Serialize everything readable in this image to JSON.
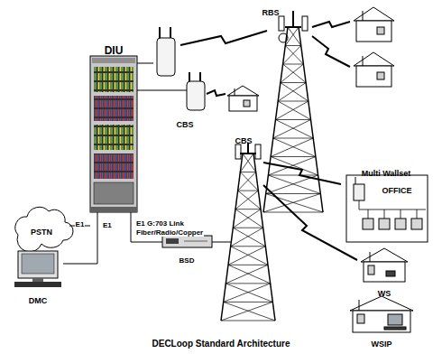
{
  "diagram": {
    "caption": "DECLoop Standard Architecture",
    "nodes": [
      {
        "text": [
          "RBS"
        ]
      },
      {
        "text": [
          "DIU"
        ]
      },
      {
        "text": [
          "CBS"
        ]
      },
      {
        "text": [
          "CBS"
        ]
      },
      {
        "text": [
          "Multi Wallset",
          "OFFICE"
        ]
      },
      {
        "text": [
          "PSTN"
        ]
      },
      {
        "text": [
          "BSD"
        ]
      },
      {
        "text": [
          "WS"
        ]
      },
      {
        "text": [
          "DMC"
        ]
      },
      {
        "text": [
          "WSIP"
        ]
      }
    ],
    "edges": [
      {
        "from": 5,
        "to": 1,
        "arrow": "none",
        "label": "E1"
      },
      {
        "from": 1,
        "to": 2,
        "arrow": "none"
      },
      {
        "from": 1,
        "to": 6,
        "arrow": "none"
      },
      {
        "from": 1,
        "to": 8,
        "arrow": "none"
      },
      {
        "from": 6,
        "to": 3,
        "arrow": "none"
      }
    ],
    "labels": [
      "E1",
      "E1 G:703 Link",
      "Fiber/Radio/Copper"
    ]
  }
}
